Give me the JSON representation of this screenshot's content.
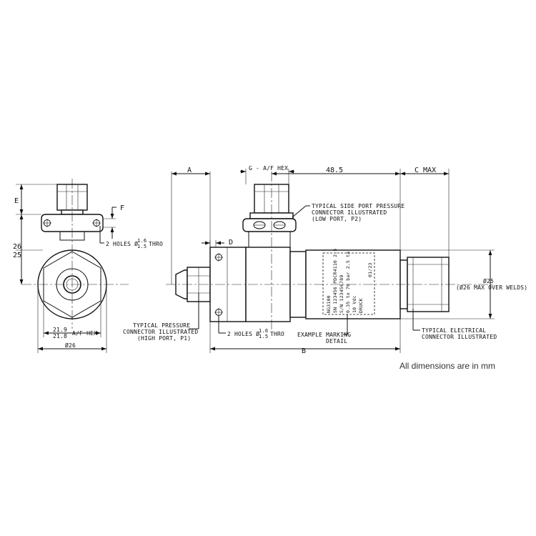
{
  "dimensions": {
    "e": "E",
    "f": "F",
    "h26": "26",
    "h25": "25",
    "holes_left": "2 HOLES Ø",
    "holes_up": "1.6",
    "holes_down": "1.5",
    "holes_thro": "THRO",
    "hex_a": "21.9",
    "hex_b": "21.8",
    "hex_af": "A/F HEX",
    "dia26": "Ø26",
    "a": "A",
    "g_hex": "G - A/F HEX",
    "d485": "48.5",
    "c_max": "C MAX",
    "d": "D",
    "b": "B",
    "dia25": "Ø25",
    "dia26_max": "(Ø26 MAX OVER WELDS)"
  },
  "notes": {
    "side_port_1": "TYPICAL SIDE PORT PRESSURE",
    "side_port_2": "CONNECTOR ILLUSTRATED",
    "side_port_3": "(LOW PORT, P2)",
    "pressure_1": "TYPICAL PRESSURE",
    "pressure_2": "CONNECTOR ILLUSTRATED",
    "pressure_3": "(HIGH PORT, P1)",
    "marking_1": "EXAMPLE MARKING",
    "marking_2": "DETAIL",
    "electrical_1": "TYPICAL ELECTRICAL",
    "electrical_2": "CONNECTOR ILLUSTRATED"
  },
  "marking": {
    "line1": "NG3100",
    "line2": "SN 123456  PDCR4110 2.5",
    "line3": "S/N 123456789",
    "line4": "0.35 to 70 bar  2.5 to",
    "line5": "10 Vdc",
    "line6": "DRUCK",
    "date": "01/23"
  },
  "footer": {
    "units": "All dimensions are in mm"
  }
}
